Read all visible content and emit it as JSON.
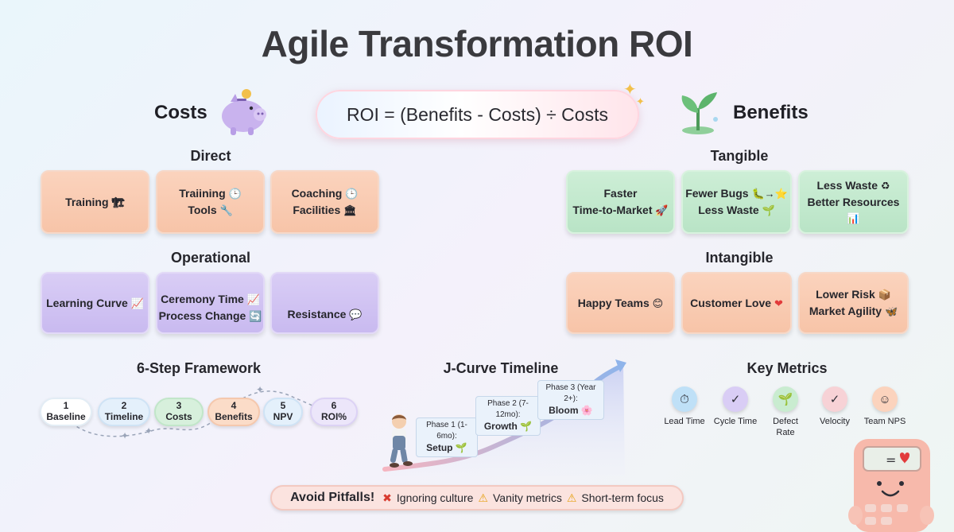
{
  "title": "Agile Transformation ROI",
  "formula": "ROI = (Benefits - Costs) ÷ Costs",
  "costs": {
    "heading": "Costs",
    "direct": {
      "heading": "Direct",
      "cards": [
        {
          "lines": [
            "Training"
          ],
          "icons": [
            "🏗"
          ]
        },
        {
          "lines": [
            "Traiining",
            "Tools"
          ],
          "icons": [
            "🕒",
            "🔧"
          ]
        },
        {
          "lines": [
            "Coaching",
            "Facilities"
          ],
          "icons": [
            "🕒",
            "🏛"
          ]
        }
      ]
    },
    "operational": {
      "heading": "Operational",
      "cards": [
        {
          "lines": [
            "Learning Curve"
          ],
          "icons": [
            "📈"
          ]
        },
        {
          "lines": [
            "Ceremony Time",
            "Process Change"
          ],
          "icons": [
            "📈",
            "🔄"
          ]
        },
        {
          "lines": [
            "Resistance"
          ],
          "icons": [
            "💬"
          ]
        }
      ]
    }
  },
  "benefits": {
    "heading": "Benefits",
    "tangible": {
      "heading": "Tangible",
      "cards": [
        {
          "lines": [
            "Faster",
            "Time-to-Market"
          ],
          "icons": [
            "",
            "🚀"
          ]
        },
        {
          "lines": [
            "Fewer Bugs",
            "Less Waste"
          ],
          "icons": [
            "🐛→⭐",
            "🌱"
          ]
        },
        {
          "lines": [
            "Less Waste",
            "Better Resources"
          ],
          "icons": [
            "♻",
            "📊"
          ]
        }
      ]
    },
    "intangible": {
      "heading": "Intangible",
      "cards": [
        {
          "lines": [
            "Happy Teams"
          ],
          "icons": [
            "😊"
          ]
        },
        {
          "lines": [
            "Customer Love"
          ],
          "icons": [
            "❤"
          ]
        },
        {
          "lines": [
            "Lower Risk",
            "Market Agility"
          ],
          "icons": [
            "📦",
            "🦋"
          ]
        }
      ]
    }
  },
  "framework": {
    "heading": "6-Step Framework",
    "steps": [
      {
        "num": "1",
        "label": "Baseline"
      },
      {
        "num": "2",
        "label": "Timeline"
      },
      {
        "num": "3",
        "label": "Costs"
      },
      {
        "num": "4",
        "label": "Benefits"
      },
      {
        "num": "5",
        "label": "NPV"
      },
      {
        "num": "6",
        "label": "ROI%"
      }
    ]
  },
  "jcurve": {
    "heading": "J-Curve Timeline",
    "phases": [
      {
        "period": "Phase 1 (1-6mo):",
        "name": "Setup"
      },
      {
        "period": "Phase 2 (7-12mo):",
        "name": "Growth"
      },
      {
        "period": "Phase 3 (Year 2+):",
        "name": "Bloom"
      }
    ]
  },
  "metrics": {
    "heading": "Key Metrics",
    "items": [
      {
        "label": "Lead Time",
        "icon": "stopwatch-icon",
        "color": "#bfe0f7"
      },
      {
        "label": "Cycle Time",
        "icon": "check-icon",
        "color": "#d9cdf5"
      },
      {
        "label": "Defect Rate",
        "icon": "sprout-icon",
        "color": "#c9ecd0"
      },
      {
        "label": "Velocity",
        "icon": "check-icon",
        "color": "#f7d2d6"
      },
      {
        "label": "Team NPS",
        "icon": "smile-icon",
        "color": "#fbd3bd"
      }
    ]
  },
  "calculator": {
    "display": "="
  },
  "pitfalls": {
    "heading": "Avoid Pitfalls!",
    "items": [
      "Ignoring culture",
      "Vanity metrics",
      "Short-term focus"
    ]
  }
}
